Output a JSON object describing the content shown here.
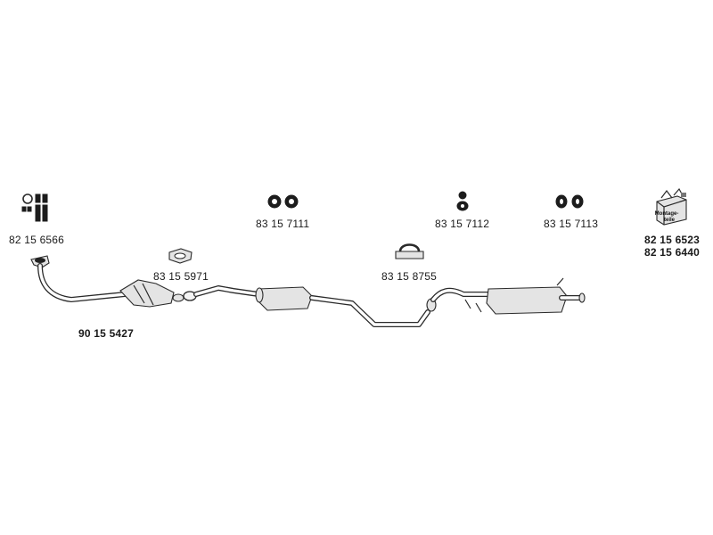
{
  "parts": {
    "clamps_kit": "82 15 6566",
    "front_pipe": "90 15 5427",
    "gasket": "83 15 5971",
    "rubber_mount_a": "83 15 7111",
    "clamp_gasket": "83 15 8755",
    "rubber_mount_b": "83 15 7112",
    "rubber_mount_c": "83 15 7113",
    "mounting_kit_1": "82 15 6523",
    "mounting_kit_2": "82 15 6440",
    "mounting_kit_box_line1": "Montage-",
    "mounting_kit_box_line2": "teile"
  },
  "icons": [
    "bolt-set-icon",
    "gasket-icon",
    "rubber-mount-icon",
    "clamp-icon",
    "mounting-kit-box-icon"
  ]
}
